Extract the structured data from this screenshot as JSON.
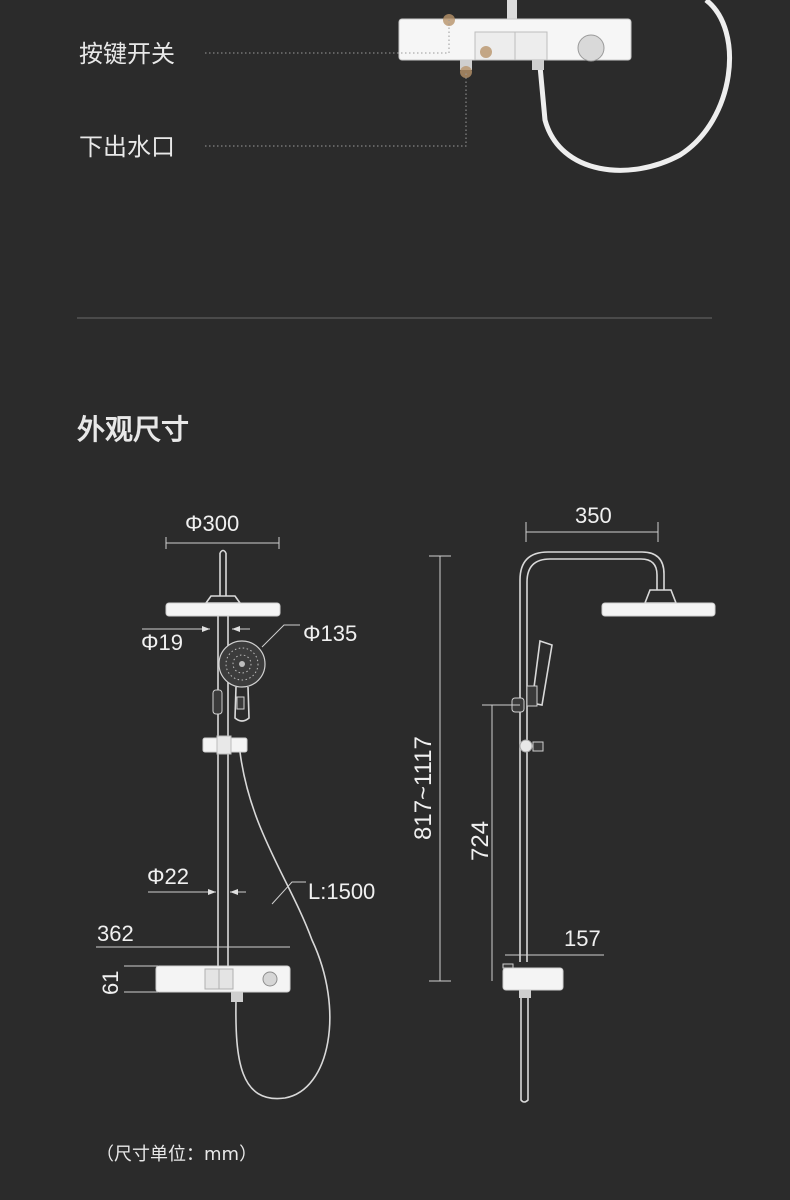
{
  "callouts": {
    "button_switch": "按键开关",
    "bottom_outlet": "下出水口"
  },
  "section": {
    "title": "外观尺寸"
  },
  "dimensions": {
    "head_diameter": "Φ300",
    "handheld_diameter": "Φ135",
    "arm_diameter": "Φ19",
    "pipe_diameter": "Φ22",
    "hose_length": "L:1500",
    "panel_width": "362",
    "panel_height": "61",
    "height_range": "817~1117",
    "arm_reach": "350",
    "holder_height": "724",
    "panel_depth": "157"
  },
  "unit_note": "（尺寸单位：mm）",
  "colors": {
    "background": "#2b2b2b",
    "text": "#e6e6e6",
    "accent_marker": "#b8946a"
  }
}
